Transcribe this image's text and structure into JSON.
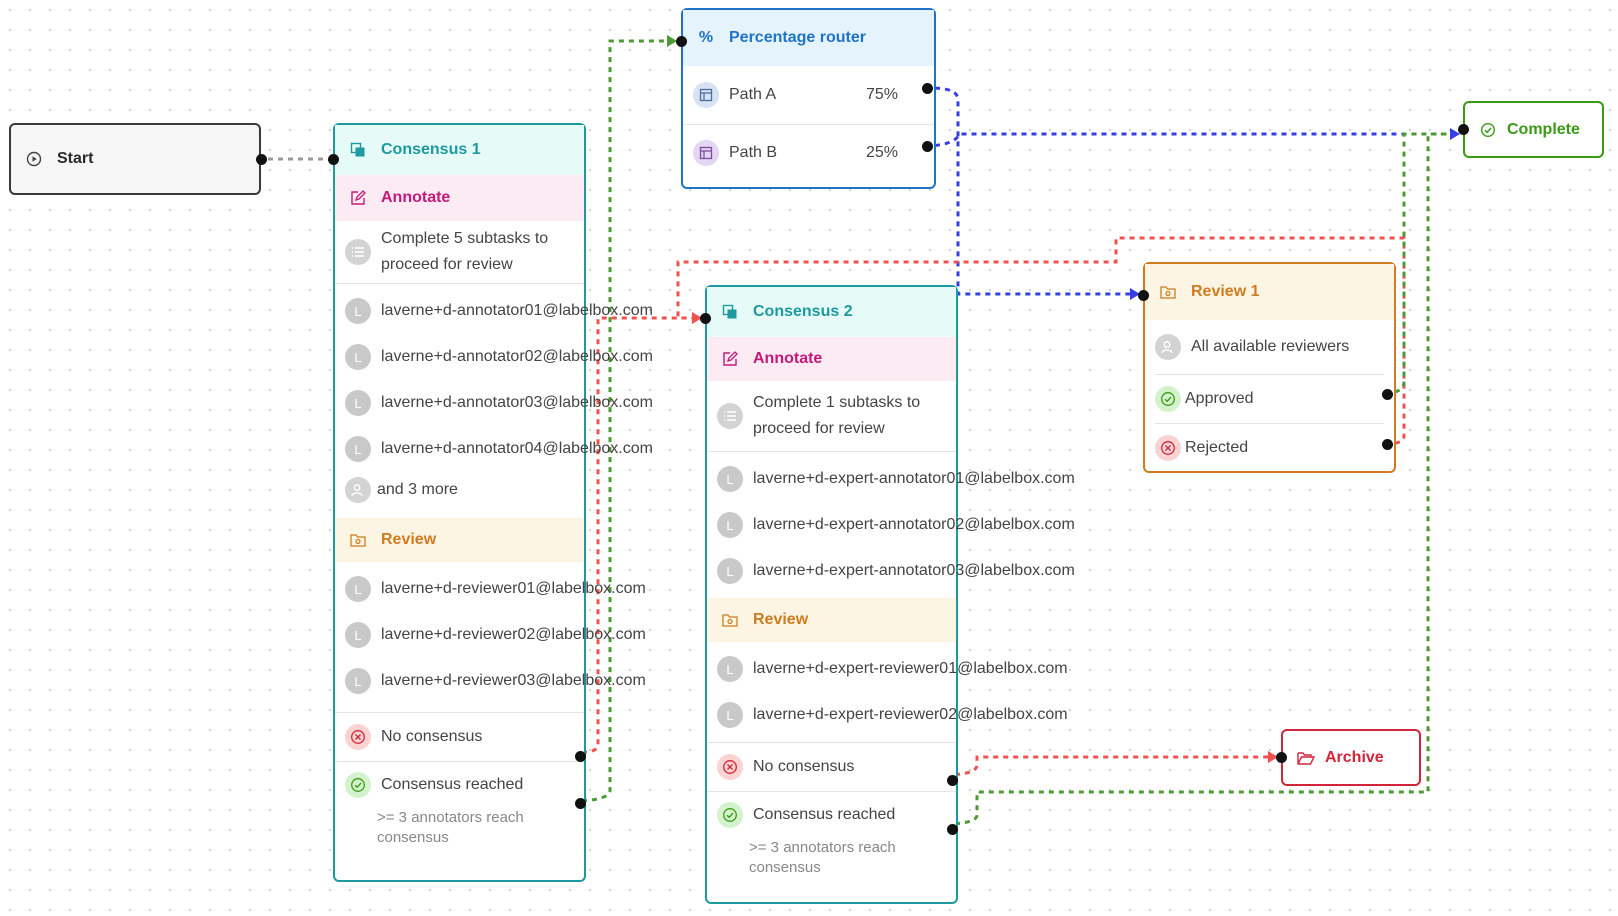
{
  "colors": {
    "teal": "#1c9aa0",
    "teal_bg": "#e6fbf8",
    "pink": "#c21a7a",
    "pink_bg": "#fdebf4",
    "orange": "#d07b1f",
    "orange_bg": "#fdf5e4",
    "blue": "#1f73c8",
    "blue_bg": "#e5f3fd",
    "green": "#3a9a16",
    "red": "#d0253b",
    "edge_gray": "#9a9a9a",
    "edge_green": "#4b9a33",
    "edge_red": "#f0524d",
    "edge_blue": "#3340e6"
  },
  "start": {
    "label": "Start",
    "icon": "play-circle-icon"
  },
  "consensus1": {
    "title": "Consensus 1",
    "annotate_label": "Annotate",
    "subtasks_line1": "Complete 5 subtasks to",
    "subtasks_line2": "proceed for review",
    "annotators": [
      "laverne+d-annotator01@labelbox.com",
      "laverne+d-annotator02@labelbox.com",
      "laverne+d-annotator03@labelbox.com",
      "laverne+d-annotator04@labelbox.com"
    ],
    "more_label": "and 3 more",
    "review_label": "Review",
    "reviewers": [
      "laverne+d-reviewer01@labelbox.com",
      "laverne+d-reviewer02@labelbox.com",
      "laverne+d-reviewer03@labelbox.com"
    ],
    "no_consensus": "No consensus",
    "consensus_reached": "Consensus reached",
    "condition_line1": ">= 3 annotators reach",
    "condition_line2": "consensus"
  },
  "consensus2": {
    "title": "Consensus 2",
    "annotate_label": "Annotate",
    "subtasks_line1": "Complete 1 subtasks to",
    "subtasks_line2": "proceed for review",
    "annotators": [
      "laverne+d-expert-annotator01@labelbox.com",
      "laverne+d-expert-annotator02@labelbox.com",
      "laverne+d-expert-annotator03@labelbox.com"
    ],
    "review_label": "Review",
    "reviewers": [
      "laverne+d-expert-reviewer01@labelbox.com",
      "laverne+d-expert-reviewer02@labelbox.com"
    ],
    "no_consensus": "No consensus",
    "consensus_reached": "Consensus reached",
    "condition_line1": ">= 3 annotators reach",
    "condition_line2": "consensus"
  },
  "router": {
    "title": "Percentage router",
    "paths": [
      {
        "label": "Path A",
        "percent": "75%"
      },
      {
        "label": "Path B",
        "percent": "25%"
      }
    ]
  },
  "review1": {
    "title": "Review 1",
    "reviewers": "All available reviewers",
    "approved": "Approved",
    "rejected": "Rejected"
  },
  "complete": {
    "label": "Complete"
  },
  "archive": {
    "label": "Archive"
  },
  "avatar_initial": "L"
}
